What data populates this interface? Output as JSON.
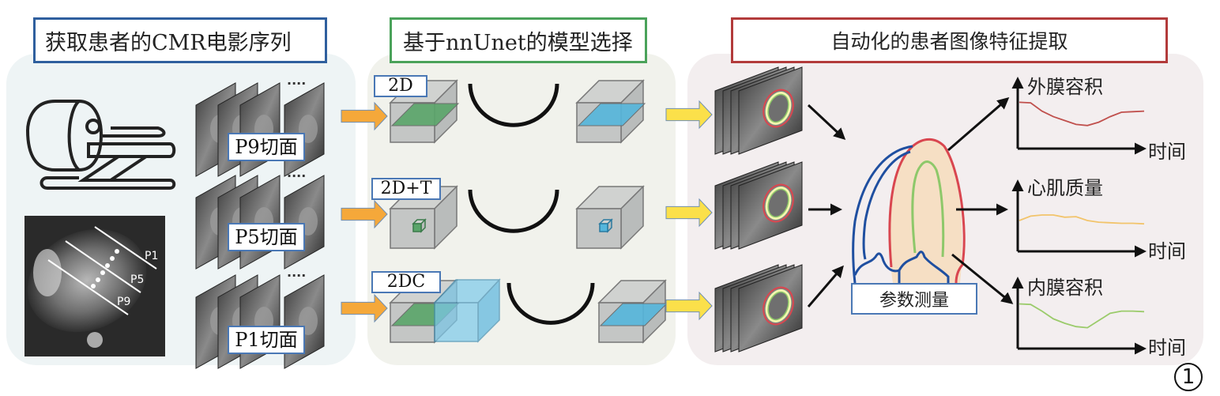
{
  "sections": {
    "acquisition": {
      "title": "获取患者的CMR电影序列",
      "border_color": "#2f5f9e"
    },
    "model_selection": {
      "title": "基于nnUnet的模型选择",
      "border_color": "#4aa25a"
    },
    "feature_extraction": {
      "title": "自动化的患者图像特征提取",
      "border_color": "#b23b3b"
    }
  },
  "acquisition": {
    "slices": [
      {
        "label": "P9切面"
      },
      {
        "label": "P5切面"
      },
      {
        "label": "P1切面"
      }
    ],
    "ellipsis": "····",
    "long_axis_labels": [
      "P1",
      "P5",
      "P9"
    ]
  },
  "models": [
    {
      "label": "2D"
    },
    {
      "label": "2D+T"
    },
    {
      "label": "2DC"
    }
  ],
  "feature_extraction": {
    "measure_label": "参数测量",
    "charts": [
      {
        "title": "外膜容积",
        "xlabel": "时间",
        "color": "#c0504d"
      },
      {
        "title": "心肌质量",
        "xlabel": "时间",
        "color": "#f2c46b"
      },
      {
        "title": "内膜容积",
        "xlabel": "时间",
        "color": "#9bcb6b"
      }
    ]
  },
  "colors": {
    "input_arrow": "#f5a83a",
    "output_arrow": "#fbe04a",
    "epicardium": "#d9464f",
    "endocardium": "#8ec86a",
    "right_ventricle": "#1f4fa0",
    "myocardium_fill": "#f6dfc4",
    "green_slice": "#5aa56a",
    "blue_slice": "#55b6dc"
  },
  "figure_number": "1"
}
